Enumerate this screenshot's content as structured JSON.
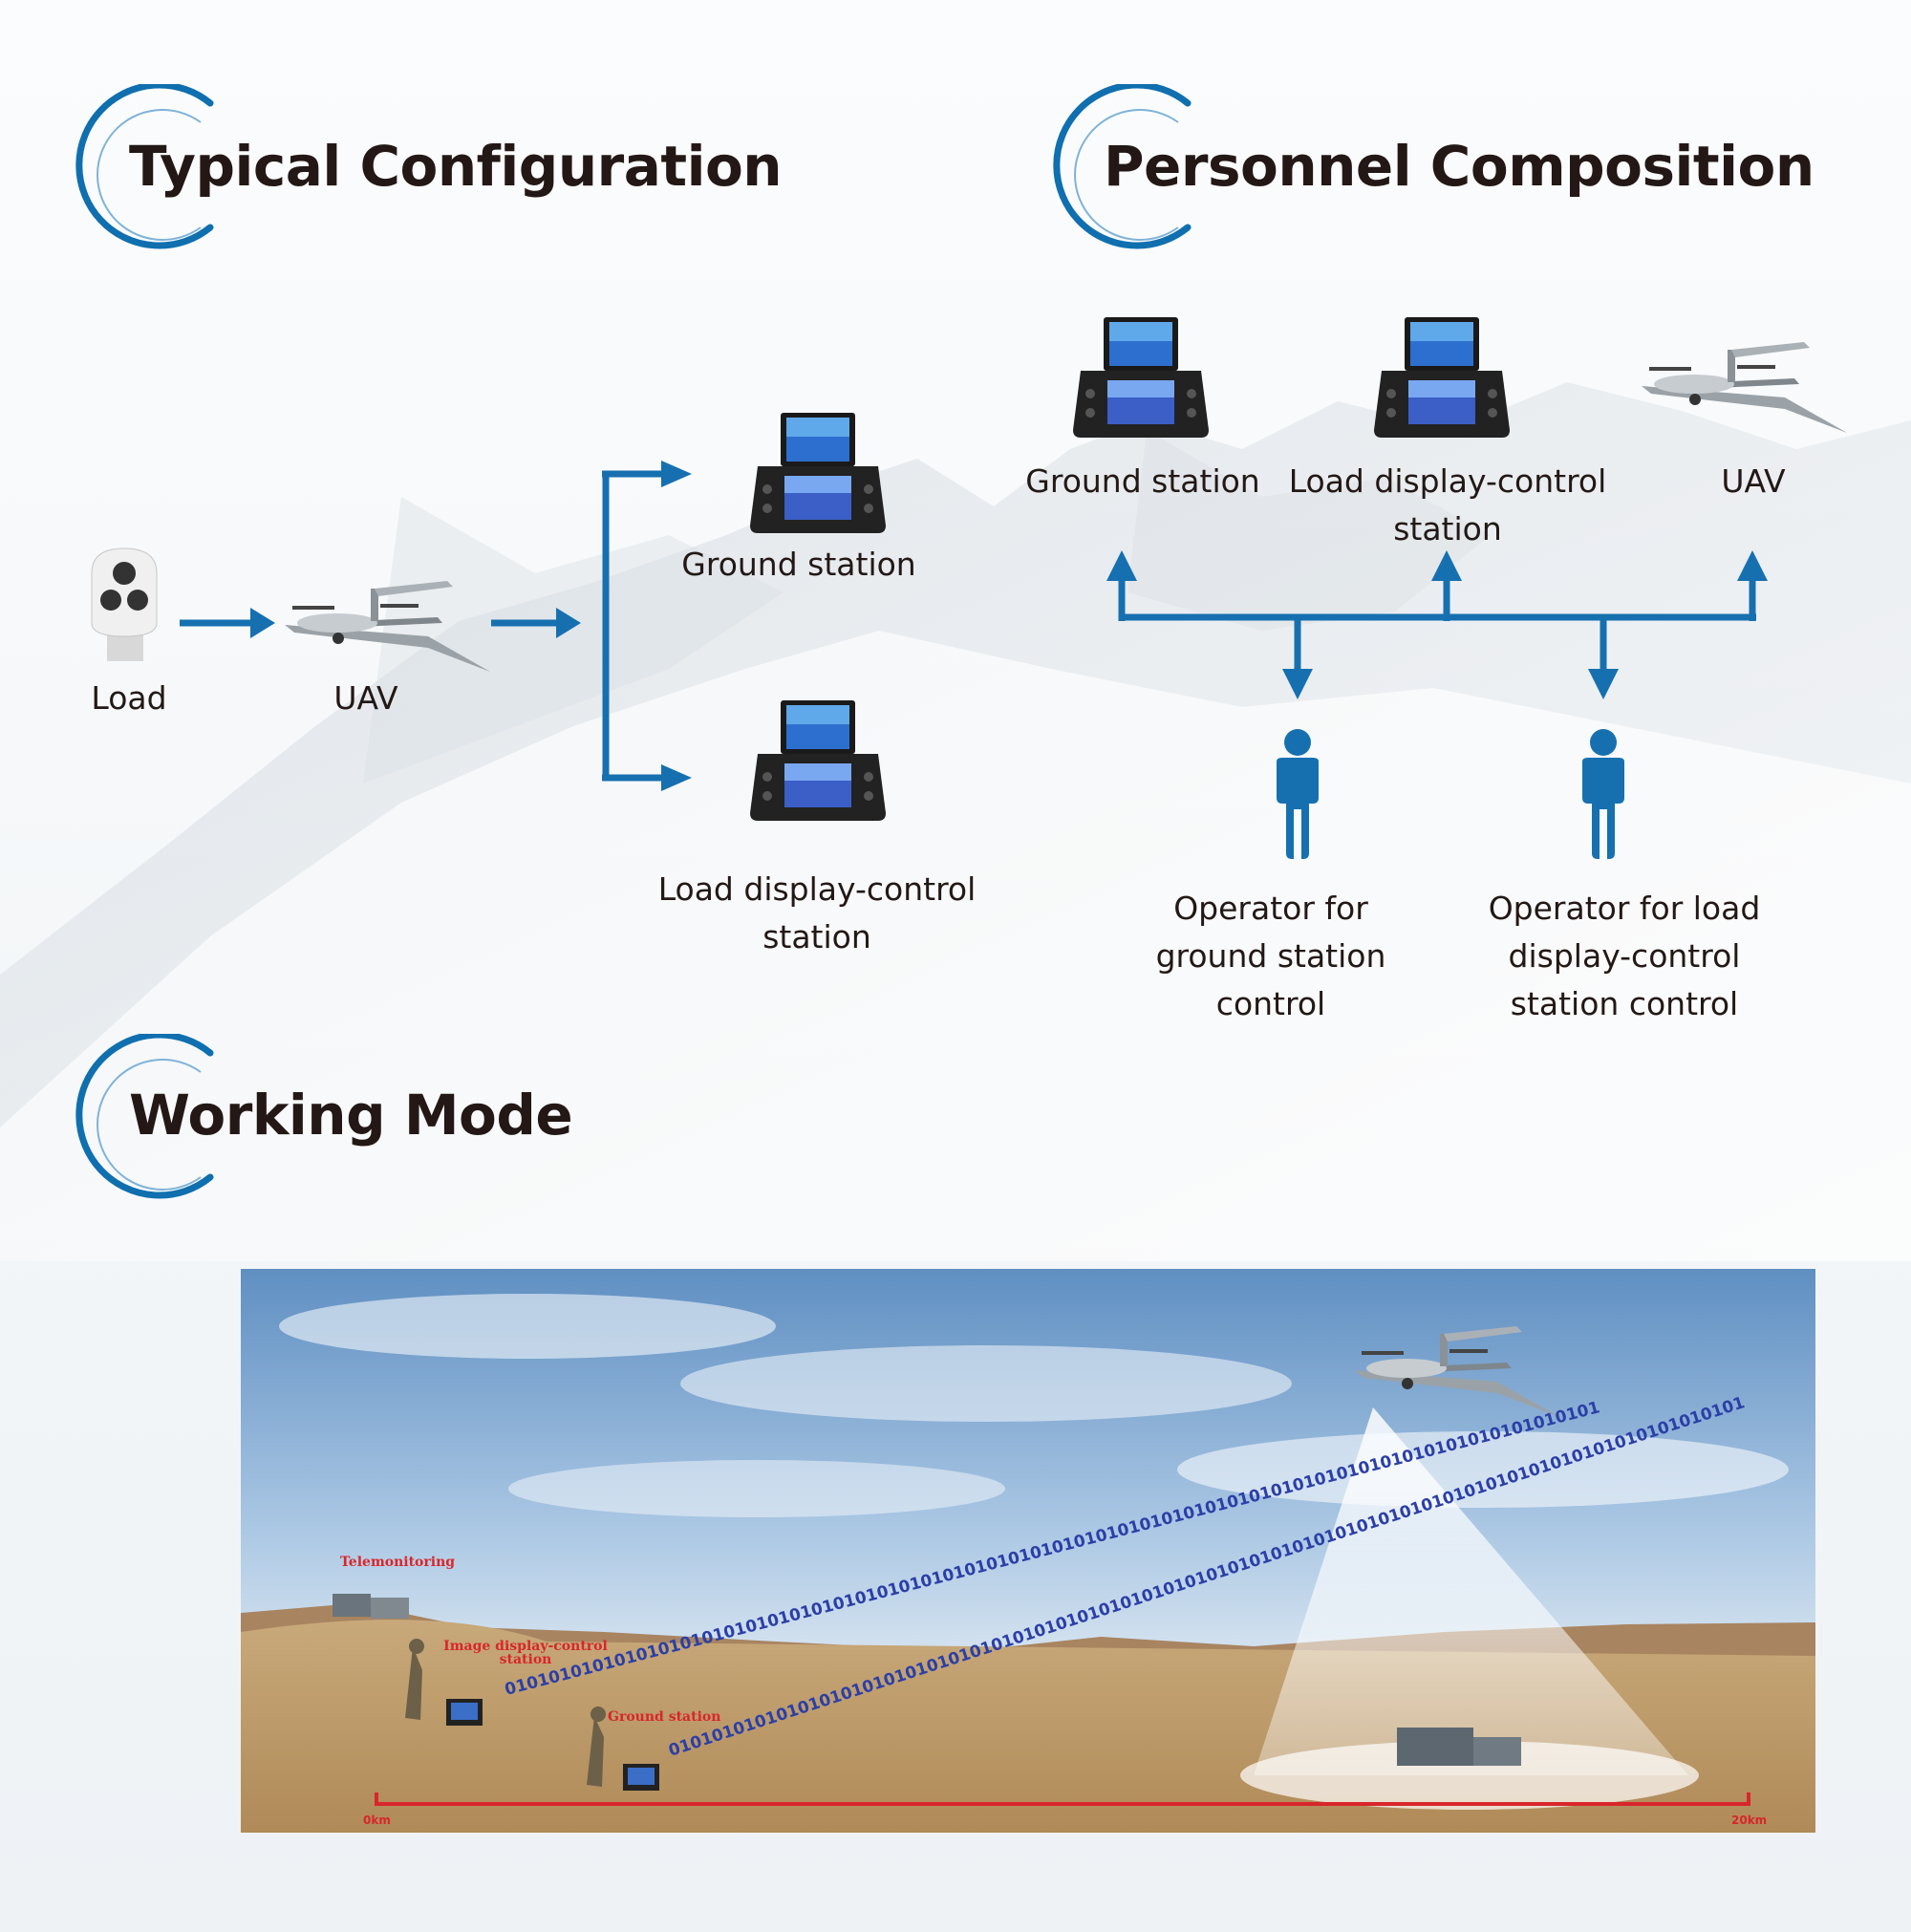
{
  "colors": {
    "accent_blue": "#0F6FAF",
    "arrow_blue": "#1670B0",
    "title_text": "#231815",
    "scale_red": "#D8262B",
    "binary_blue": "#2B3FA8"
  },
  "sections": {
    "typical": {
      "title": "Typical Configuration"
    },
    "personnel": {
      "title": "Personnel Composition"
    },
    "working": {
      "title": "Working Mode"
    }
  },
  "typical_config": {
    "load": "Load",
    "uav": "UAV",
    "ground_station": "Ground station",
    "load_station": [
      "Load display-control",
      "station"
    ]
  },
  "personnel": {
    "ground_station": "Ground station",
    "load_station": [
      "Load display-control",
      "station"
    ],
    "uav": "UAV",
    "operator_ground": [
      "Operator for",
      "ground station",
      "control"
    ],
    "operator_load": [
      "Operator for load",
      "display-control",
      "station control"
    ]
  },
  "working_mode": {
    "telemonitoring": "Telemonitoring",
    "image_station": [
      "Image display-control",
      "station"
    ],
    "ground_station": "Ground station",
    "scale_start": "0km",
    "scale_end": "20km",
    "binary_text": "0101010101010101010101010101010101010101010101010101010101010101010101010101010101010101010101010101"
  }
}
